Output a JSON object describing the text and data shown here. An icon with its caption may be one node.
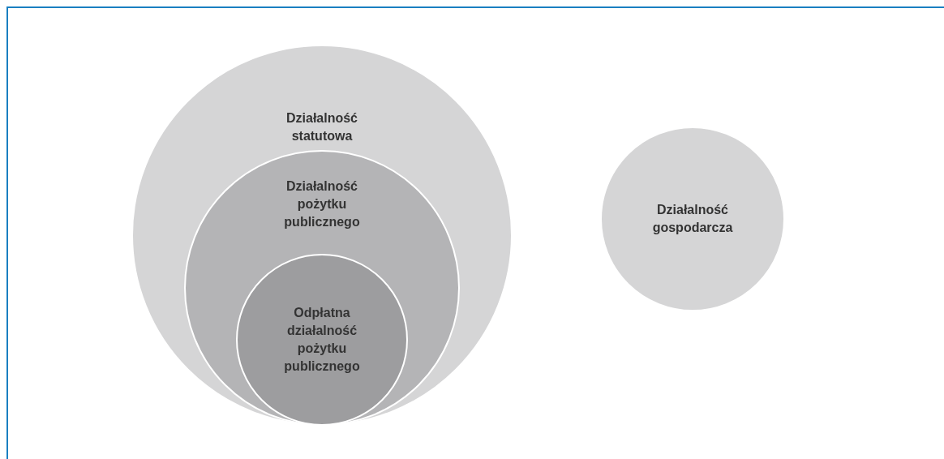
{
  "diagram": {
    "nodes": [
      {
        "text": [
          "Działalność statutowa"
        ]
      },
      {
        "text": [
          "Działalność pożytku publicznego"
        ],
        "in": 0
      },
      {
        "text": [
          "Odpłatna działalność pożytku publicznego"
        ],
        "in": 1
      },
      {
        "text": [
          "Działalność gospodarcza"
        ]
      }
    ]
  }
}
